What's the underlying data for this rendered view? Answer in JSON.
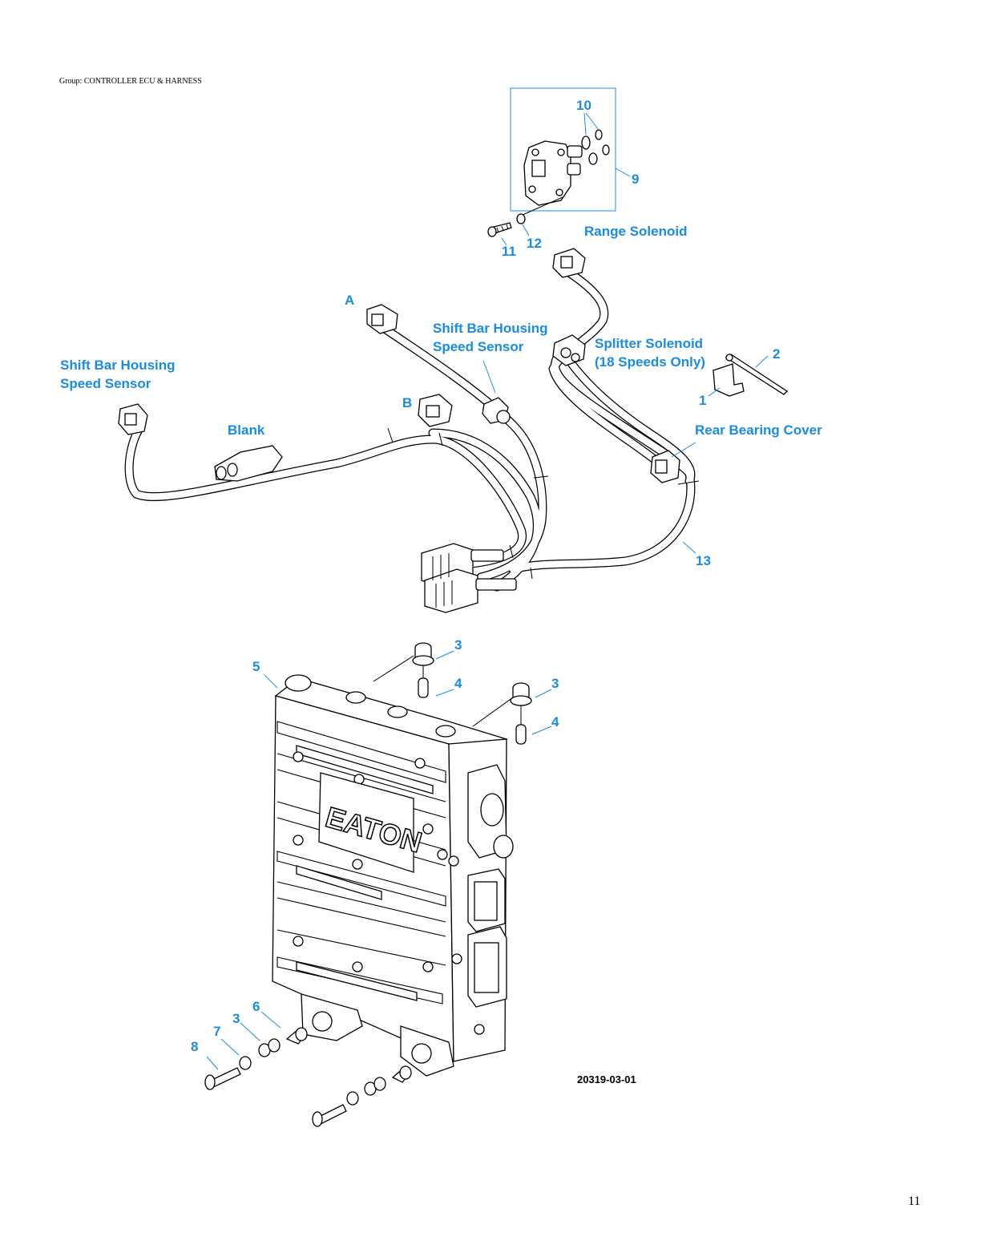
{
  "header": {
    "group": "Group: CONTROLLER ECU & HARNESS"
  },
  "labels": {
    "range_solenoid": "Range Solenoid",
    "shift_bar_housing_1": "Shift Bar Housing",
    "speed_sensor_1": "Speed Sensor",
    "shift_bar_housing_2": "Shift Bar Housing",
    "speed_sensor_2": "Speed Sensor",
    "splitter_solenoid": "Splitter Solenoid",
    "splitter_note": "(18 Speeds Only)",
    "blank": "Blank",
    "rear_bearing_cover": "Rear Bearing Cover",
    "connector_a": "A",
    "connector_b": "B"
  },
  "callouts": {
    "c1": "1",
    "c2": "2",
    "c3a": "3",
    "c3b": "3",
    "c3c": "3",
    "c4a": "4",
    "c4b": "4",
    "c5": "5",
    "c6": "6",
    "c7": "7",
    "c8": "8",
    "c9": "9",
    "c10": "10",
    "c11": "11",
    "c12": "12",
    "c13": "13"
  },
  "ecu_logo": "EATON",
  "figure_id": "20319-03-01",
  "page_number": "11",
  "colors": {
    "callout": "#1a8ce6",
    "line": "#000000",
    "background": "#ffffff"
  }
}
